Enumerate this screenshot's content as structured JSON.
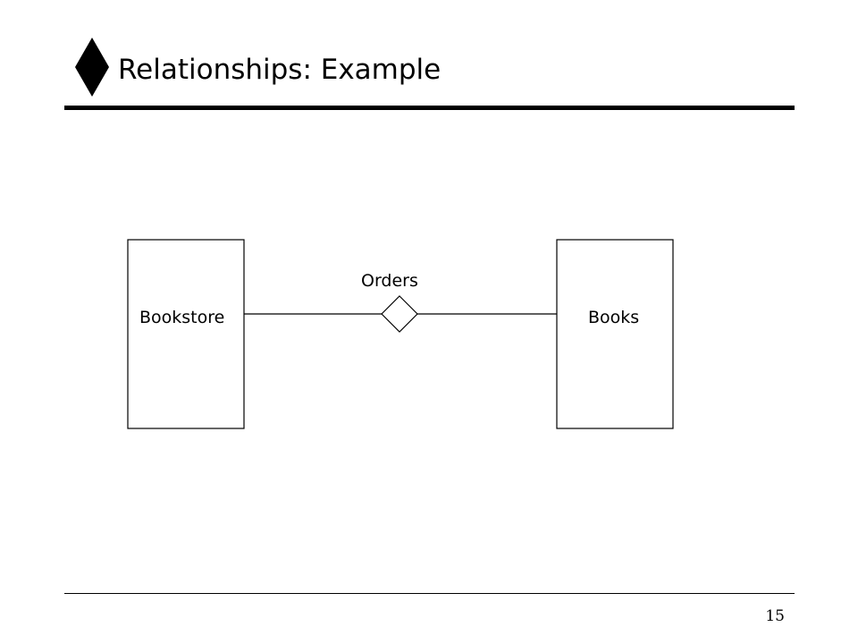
{
  "slide": {
    "title": "Relationships: Example",
    "bullet_icon": "diamond-bullet-icon",
    "page_number": "15"
  },
  "diagram": {
    "type": "er-diagram",
    "entities": [
      {
        "id": "bookstore",
        "label": "Bookstore"
      },
      {
        "id": "books",
        "label": "Books"
      }
    ],
    "relationships": [
      {
        "id": "orders",
        "label": "Orders",
        "connects": [
          "bookstore",
          "books"
        ]
      }
    ]
  },
  "colors": {
    "stroke": "#000000",
    "background": "#ffffff"
  }
}
